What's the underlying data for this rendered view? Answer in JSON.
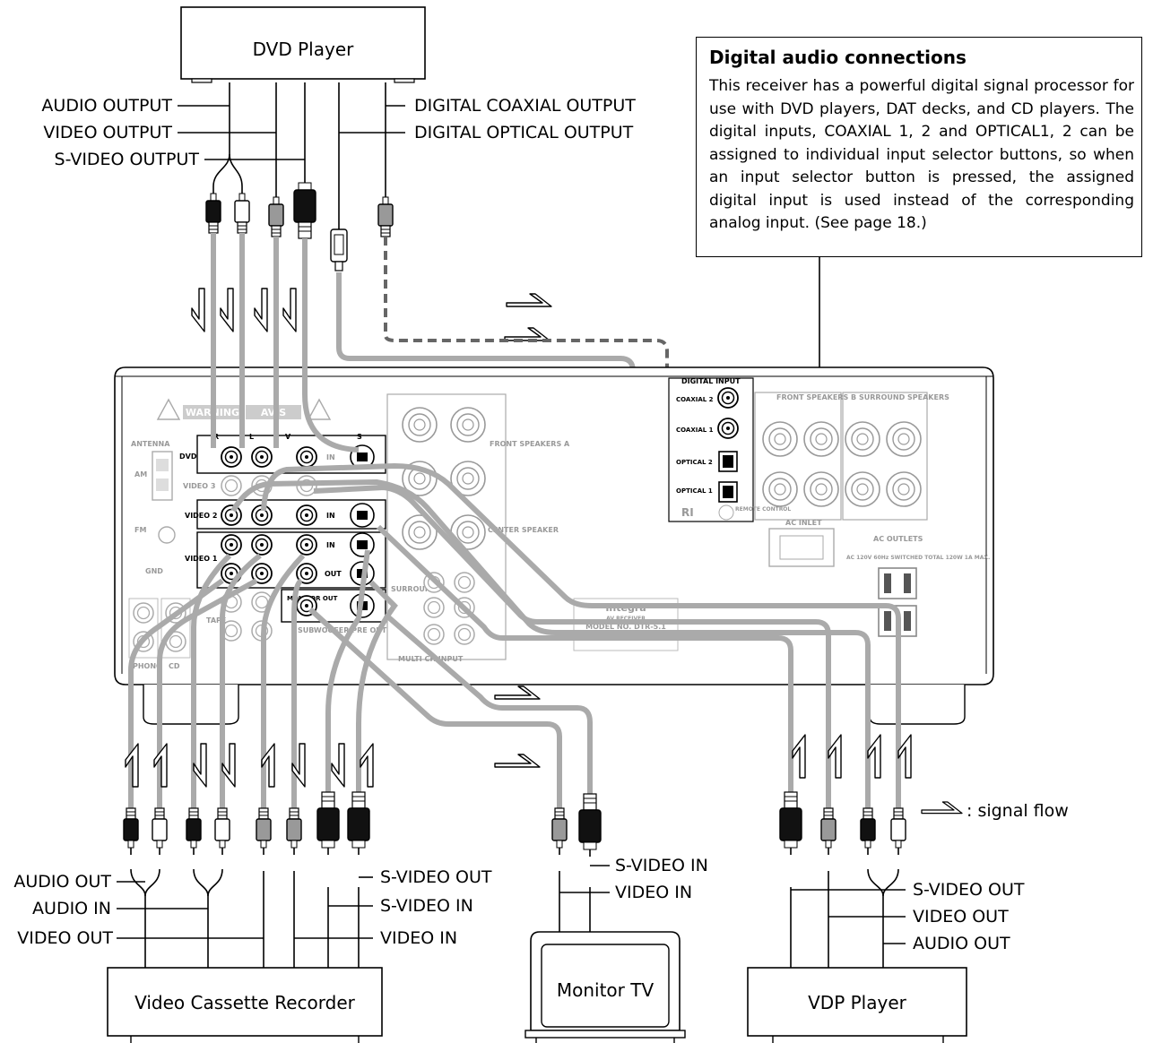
{
  "devices": {
    "dvd_player": "DVD Player",
    "vcr": "Video Cassette Recorder",
    "monitor_tv": "Monitor TV",
    "vdp_player": "VDP Player"
  },
  "dvd_labels": {
    "audio_output": "AUDIO OUTPUT",
    "video_output": "VIDEO OUTPUT",
    "svideo_output": "S-VIDEO OUTPUT",
    "digital_coaxial_output": "DIGITAL COAXIAL OUTPUT",
    "digital_optical_output": "DIGITAL OPTICAL OUTPUT"
  },
  "vcr_labels": {
    "audio_out": "AUDIO OUT",
    "audio_in": "AUDIO IN",
    "video_out": "VIDEO OUT",
    "svideo_out": "S-VIDEO OUT",
    "svideo_in": "S-VIDEO IN",
    "video_in": "VIDEO IN"
  },
  "tv_labels": {
    "svideo_in": "S-VIDEO IN",
    "video_in": "VIDEO IN"
  },
  "vdp_labels": {
    "svideo_out": "S-VIDEO OUT",
    "video_out": "VIDEO OUT",
    "audio_out": "AUDIO OUT"
  },
  "note": {
    "title": "Digital audio connections",
    "body": "This receiver has a powerful digital signal processor for use with DVD players, DAT decks, and CD players. The digital inputs, COAXIAL 1, 2 and OPTICAL1, 2 can be assigned to individual input selector buttons, so when an input selector button is pressed, the assigned digital input is used instead of the corresponding analog input. (See page 18.)"
  },
  "legend": {
    "signal_flow": ": signal flow"
  },
  "receiver": {
    "warning": "WARNING",
    "avis": "AVIS",
    "antenna": "ANTENNA",
    "am": "AM",
    "fm": "FM",
    "gnd": "GND",
    "phono": "PHONO",
    "cd": "CD",
    "dvd": "DVD",
    "video3": "VIDEO 3",
    "video2": "VIDEO 2",
    "video1": "VIDEO 1",
    "r": "R",
    "l": "L",
    "v": "V",
    "s": "S",
    "in": "IN",
    "out": "OUT",
    "monitor_out": "MONITOR OUT",
    "tape": "TAPE",
    "subwoofer": "SUBWOOFER PRE OUT",
    "multi_ch": "MULTI CH INPUT",
    "front_a": "FRONT SPEAKERS A",
    "center": "CENTER SPEAKER",
    "surround": "SURROUND",
    "digital_input": "DIGITAL INPUT",
    "coaxial2": "COAXIAL 2",
    "coaxial1": "COAXIAL 1",
    "optical2": "OPTICAL 2",
    "optical1": "OPTICAL 1",
    "ri": "RI",
    "remote": "REMOTE CONTROL",
    "front_b": "FRONT SPEAKERS B",
    "surround_sp": "SURROUND SPEAKERS",
    "ac_inlet": "AC INLET",
    "ac_outlets": "AC OUTLETS",
    "ac_rating": "AC 120V 60Hz SWITCHED TOTAL 120W 1A MAX.",
    "brand": "Integra",
    "model_type": "AV RECEIVER",
    "model_no": "MODEL NO. DTR-5.1"
  }
}
